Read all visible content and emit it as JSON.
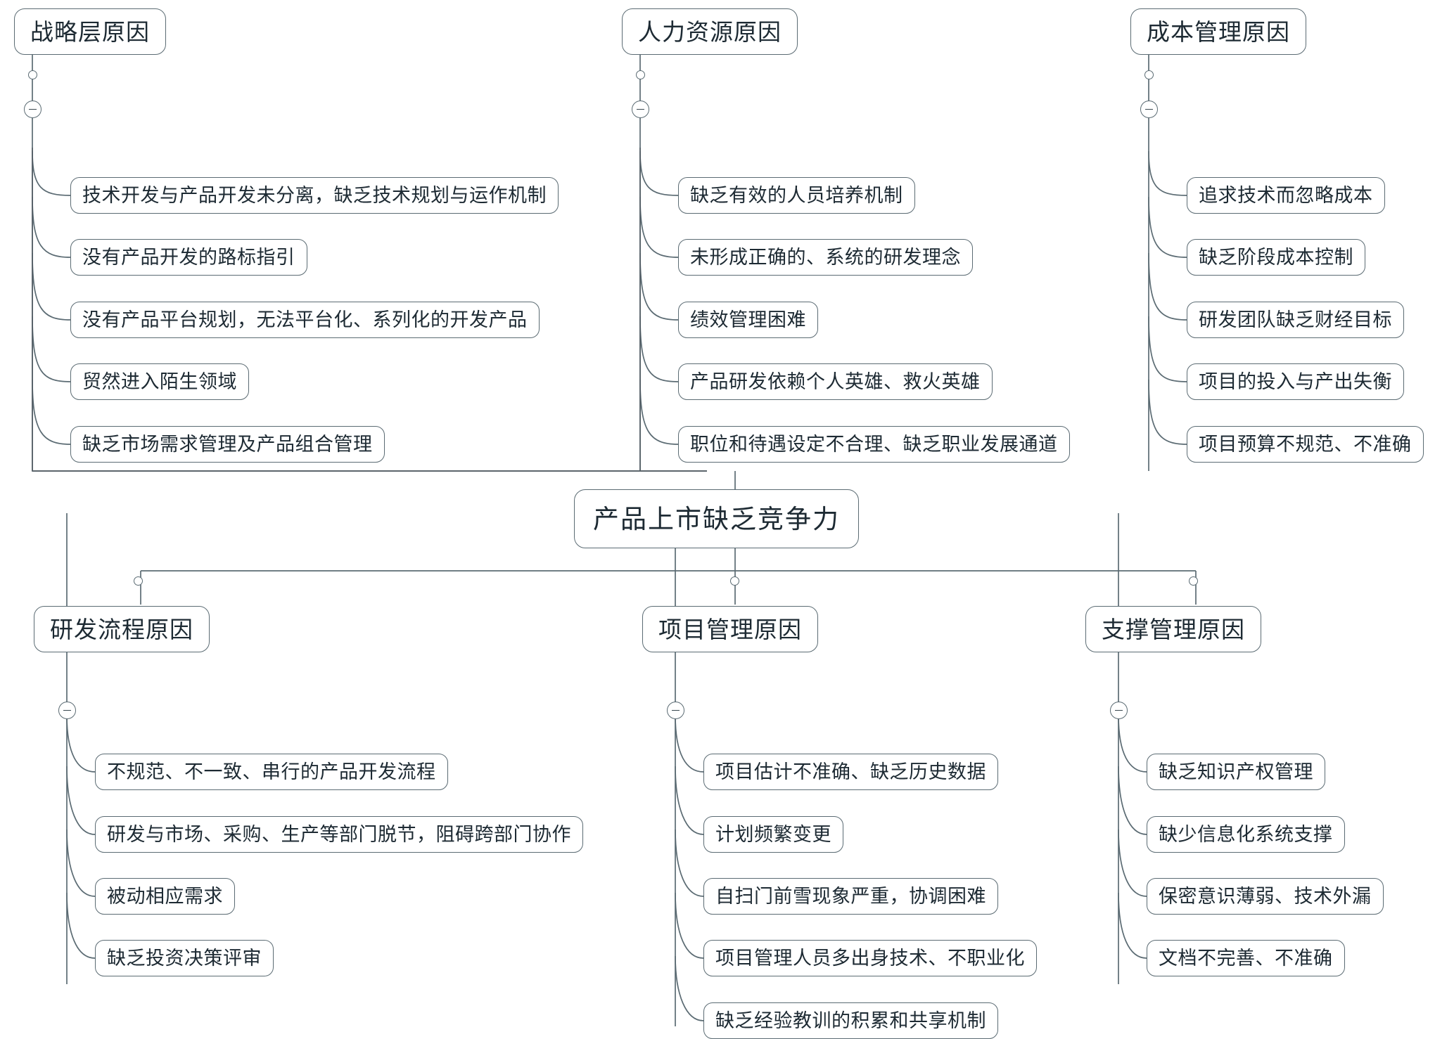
{
  "diagram": {
    "type": "mind-map",
    "title": "产品上市缺乏竞争力",
    "root": {
      "label": "产品上市缺乏竞争力"
    },
    "branches": [
      {
        "id": "strategy",
        "label": "战略层原因",
        "position": "top-left",
        "collapse_icon": "minus-circle-icon",
        "items": [
          "技术开发与产品开发未分离，缺乏技术规划与运作机制",
          "没有产品开发的路标指引",
          "没有产品平台规划，无法平台化、系列化的开发产品",
          "贸然进入陌生领域",
          "缺乏市场需求管理及产品组合管理"
        ]
      },
      {
        "id": "hr",
        "label": "人力资源原因",
        "position": "top-center",
        "collapse_icon": "minus-circle-icon",
        "items": [
          "缺乏有效的人员培养机制",
          "未形成正确的、系统的研发理念",
          "绩效管理困难",
          "产品研发依赖个人英雄、救火英雄",
          "职位和待遇设定不合理、缺乏职业发展通道"
        ]
      },
      {
        "id": "cost",
        "label": "成本管理原因",
        "position": "top-right",
        "collapse_icon": "minus-circle-icon",
        "items": [
          "追求技术而忽略成本",
          "缺乏阶段成本控制",
          "研发团队缺乏财经目标",
          "项目的投入与产出失衡",
          "项目预算不规范、不准确"
        ]
      },
      {
        "id": "rd-process",
        "label": "研发流程原因",
        "position": "bottom-left",
        "collapse_icon": "minus-circle-icon",
        "items": [
          "不规范、不一致、串行的产品开发流程",
          "研发与市场、采购、生产等部门脱节，阻碍跨部门协作",
          "被动相应需求",
          "缺乏投资决策评审"
        ]
      },
      {
        "id": "project",
        "label": "项目管理原因",
        "position": "bottom-center",
        "collapse_icon": "minus-circle-icon",
        "items": [
          "项目估计不准确、缺乏历史数据",
          "计划频繁变更",
          "自扫门前雪现象严重，协调困难",
          "项目管理人员多出身技术、不职业化",
          "缺乏经验教训的积累和共享机制"
        ]
      },
      {
        "id": "support",
        "label": "支撑管理原因",
        "position": "bottom-right",
        "collapse_icon": "minus-circle-icon",
        "items": [
          "缺乏知识产权管理",
          "缺少信息化系统支撑",
          "保密意识薄弱、技术外漏",
          "文档不完善、不准确"
        ]
      }
    ],
    "colors": {
      "node_border": "#5b6b73",
      "node_fill": "#ffffff",
      "link_stroke": "#5b6b73",
      "text": "#1d2a33",
      "background": "#ffffff"
    }
  }
}
